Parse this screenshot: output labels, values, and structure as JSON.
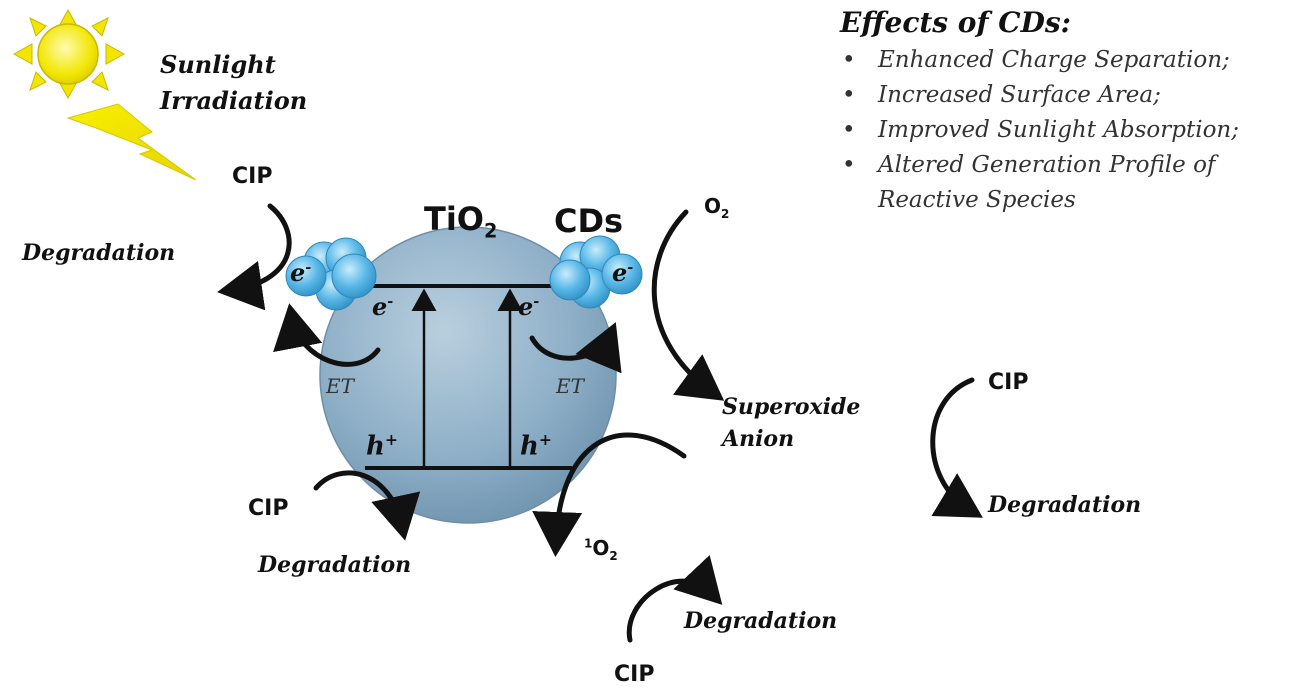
{
  "effects": {
    "title": "Effects of CDs:",
    "items": [
      "Enhanced Charge Separation;",
      "Increased Surface Area;",
      "Improved Sunlight Absorption;",
      "Altered Generation Profile of Reactive Species"
    ]
  },
  "sunlight": {
    "line1": "Sunlight",
    "line2": "Irradiation"
  },
  "tio2": {
    "base": "TiO",
    "sub": "2"
  },
  "cds": "CDs",
  "electron": {
    "base": "e",
    "sup": "-"
  },
  "hole": {
    "base": "h",
    "sup": "+"
  },
  "et": "ET",
  "cip": "CIP",
  "degradation": "Degradation",
  "oxygen": {
    "base": "O",
    "sub": "2"
  },
  "superoxide": {
    "line1": "Superoxide",
    "line2": "Anion"
  },
  "singlet_oxygen": {
    "sup": "1",
    "base": "O",
    "sub": "2"
  },
  "colors": {
    "sun": "#f2e600",
    "sun_outline": "#c8b800",
    "sphere": "#8fb0c8",
    "cd_dot": "#5ab8e8",
    "arrow": "#111111"
  }
}
